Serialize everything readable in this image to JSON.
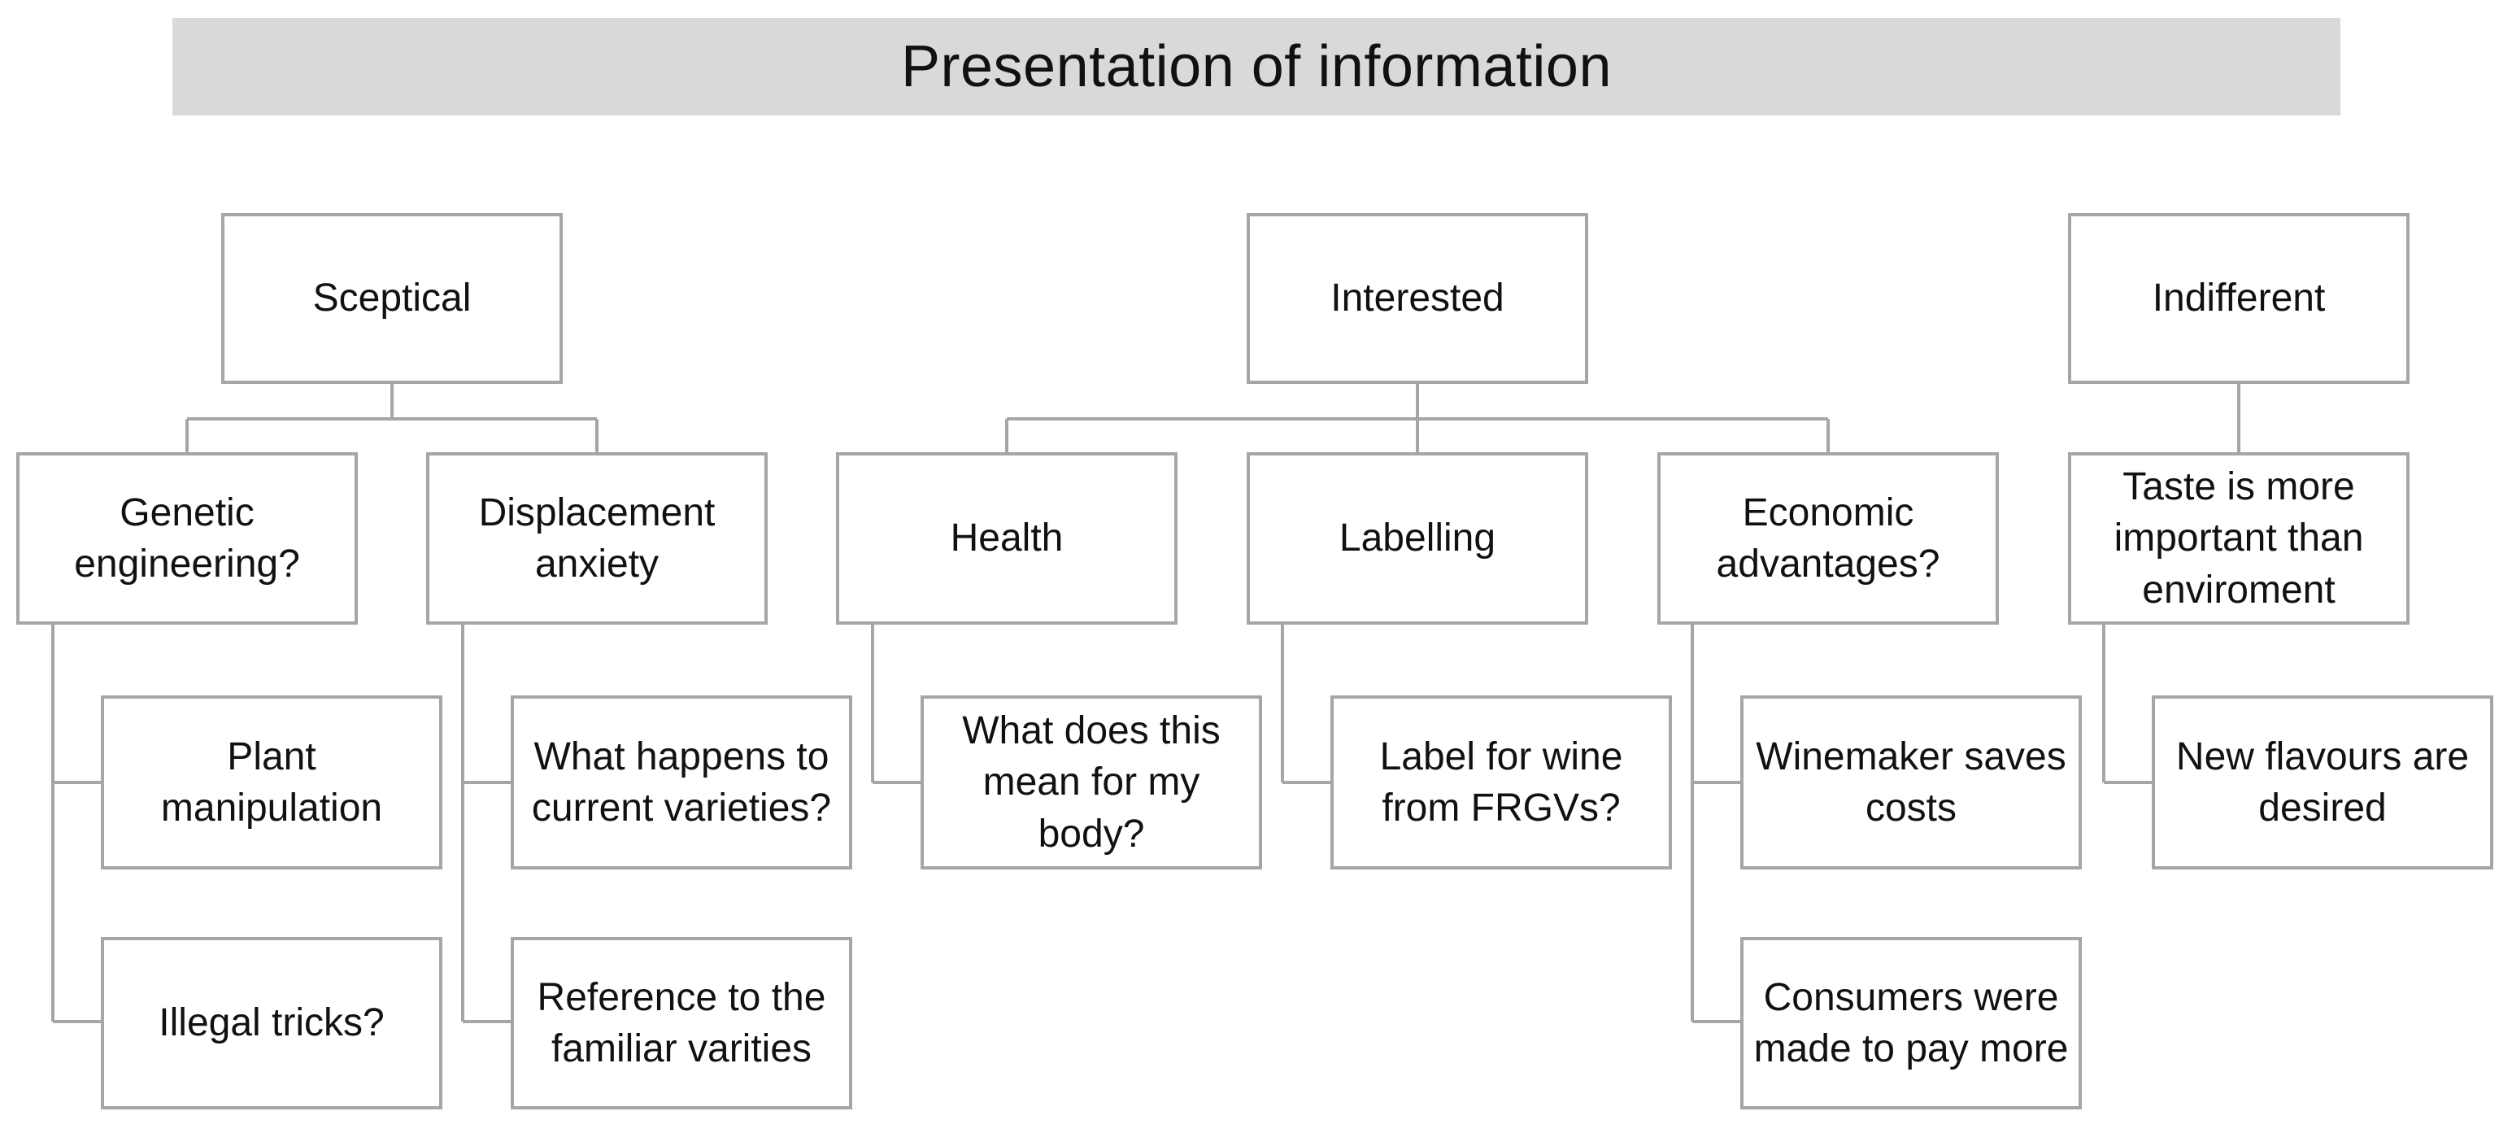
{
  "title": "Presentation of information",
  "colors": {
    "title_background": "#d9d9d9",
    "box_border": "#a6a6a6",
    "connector": "#a6a6a6",
    "text": "#111111"
  },
  "groups": [
    {
      "label": "Sceptical",
      "subtopics": [
        {
          "label": "Genetic engineering?",
          "items": [
            "Plant manipulation",
            "Illegal tricks?"
          ]
        },
        {
          "label": "Displacement anxiety",
          "items": [
            "What happens to current varieties?",
            "Reference to the familiar varities"
          ]
        }
      ]
    },
    {
      "label": "Interested",
      "subtopics": [
        {
          "label": "Health",
          "items": [
            "What does this mean for my body?"
          ]
        },
        {
          "label": "Labelling",
          "items": [
            "Label for wine from FRGVs?"
          ]
        },
        {
          "label": "Economic advantages?",
          "items": [
            "Winemaker saves costs",
            "Consumers were made to pay more"
          ]
        }
      ]
    },
    {
      "label": "Indifferent",
      "subtopics": [
        {
          "label": "Taste is more important than enviroment",
          "items": [
            "New flavours are desired"
          ]
        }
      ]
    }
  ]
}
